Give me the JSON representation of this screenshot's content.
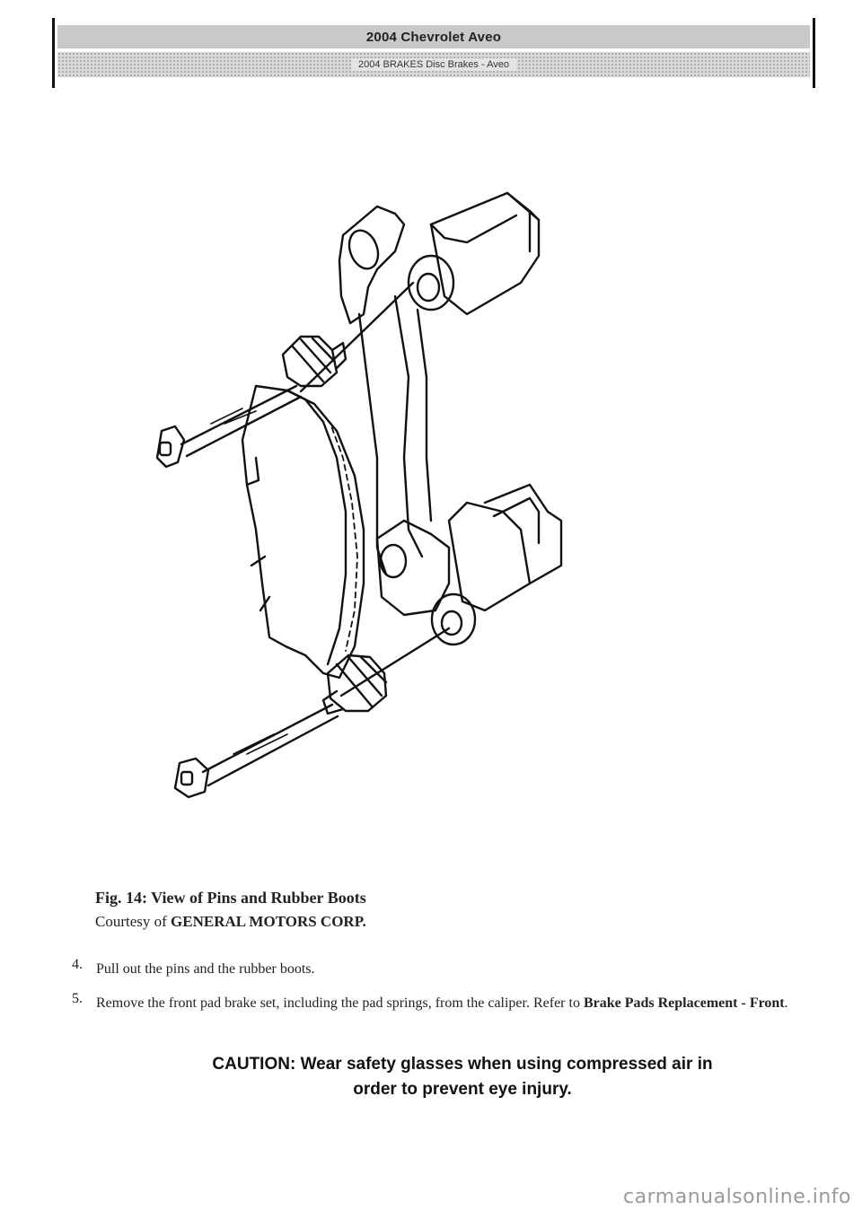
{
  "header": {
    "title": "2004 Chevrolet Aveo",
    "subtitle": "2004 BRAKES Disc Brakes - Aveo"
  },
  "figure": {
    "caption_title": "Fig. 14: View of Pins and Rubber Boots",
    "courtesy_prefix": "Courtesy of ",
    "courtesy_source": "GENERAL MOTORS CORP."
  },
  "steps": [
    {
      "num": "4.",
      "text": "Pull out the pins and the rubber boots.",
      "ref": ""
    },
    {
      "num": "5.",
      "text": "Remove the front pad brake set, including the pad springs, from the caliper. Refer to ",
      "ref": "Brake Pads Replacement - Front",
      "suffix": "."
    }
  ],
  "caution": {
    "label": "CAUTION:",
    "line1": "Wear safety glasses when using compressed air in",
    "line2": "order to prevent eye injury."
  },
  "watermark": "carmanualsonline.info"
}
